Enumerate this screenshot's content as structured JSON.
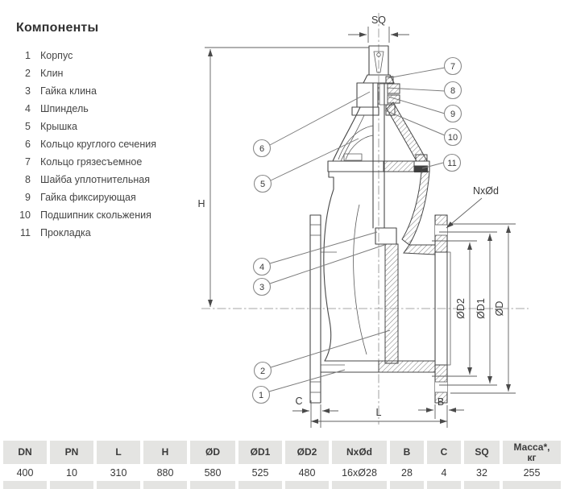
{
  "components": {
    "title": "Компоненты",
    "items": [
      {
        "num": "1",
        "label": "Корпус"
      },
      {
        "num": "2",
        "label": "Клин"
      },
      {
        "num": "3",
        "label": "Гайка клина"
      },
      {
        "num": "4",
        "label": "Шпиндель"
      },
      {
        "num": "5",
        "label": "Крышка"
      },
      {
        "num": "6",
        "label": "Кольцо круглого сечения"
      },
      {
        "num": "7",
        "label": "Кольцо грязесъемное"
      },
      {
        "num": "8",
        "label": "Шайба уплотнительная"
      },
      {
        "num": "9",
        "label": "Гайка фиксирующая"
      },
      {
        "num": "10",
        "label": "Подшипник скольжения"
      },
      {
        "num": "11",
        "label": "Прокладка"
      }
    ]
  },
  "drawing": {
    "dims": {
      "sq": "SQ",
      "h": "H",
      "l": "L",
      "b": "B",
      "c": "C",
      "nxod": "NxØd",
      "od": "ØD",
      "od1": "ØD1",
      "od2": "ØD2"
    },
    "callouts": [
      "1",
      "2",
      "3",
      "4",
      "5",
      "6",
      "7",
      "8",
      "9",
      "10",
      "11"
    ]
  },
  "table": {
    "headers": [
      "DN",
      "PN",
      "L",
      "H",
      "ØD",
      "ØD1",
      "ØD2",
      "NxØd",
      "B",
      "C",
      "SQ",
      "Масса*,\nкг"
    ],
    "row": [
      "400",
      "10",
      "310",
      "880",
      "580",
      "525",
      "480",
      "16xØ28",
      "28",
      "4",
      "32",
      "255"
    ]
  },
  "colors": {
    "line": "#474747",
    "text": "#3a3a3a",
    "table_header_bg": "#e4e4e2",
    "hatch": "#6a6a6a",
    "leader": "#7a7a7a"
  }
}
